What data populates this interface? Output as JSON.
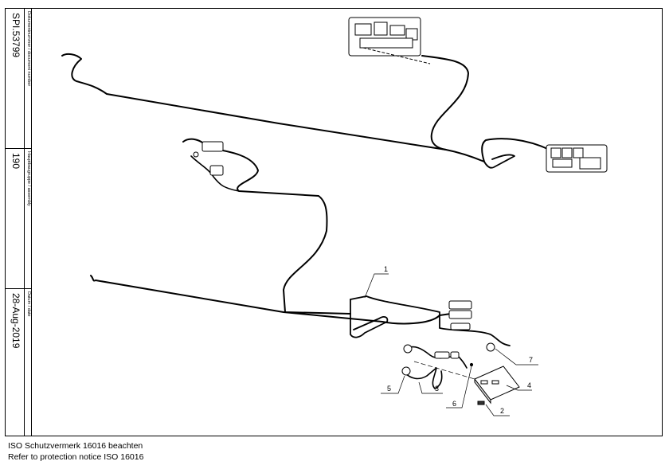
{
  "titleblock": {
    "doc_number_label": "Dokumentnummer / document number",
    "doc_number": "SPI.53799",
    "assembly_label": "Hauptbaugruppe / assembly",
    "assembly": "190",
    "date_label": "Datum / date",
    "date": "28-Aug-2019"
  },
  "callouts": [
    "1",
    "2",
    "3",
    "4",
    "5",
    "6",
    "7"
  ],
  "footer": {
    "line1": "ISO Schutzvermerk 16016 beachten",
    "line2": "Refer to protection notice ISO 16016"
  }
}
